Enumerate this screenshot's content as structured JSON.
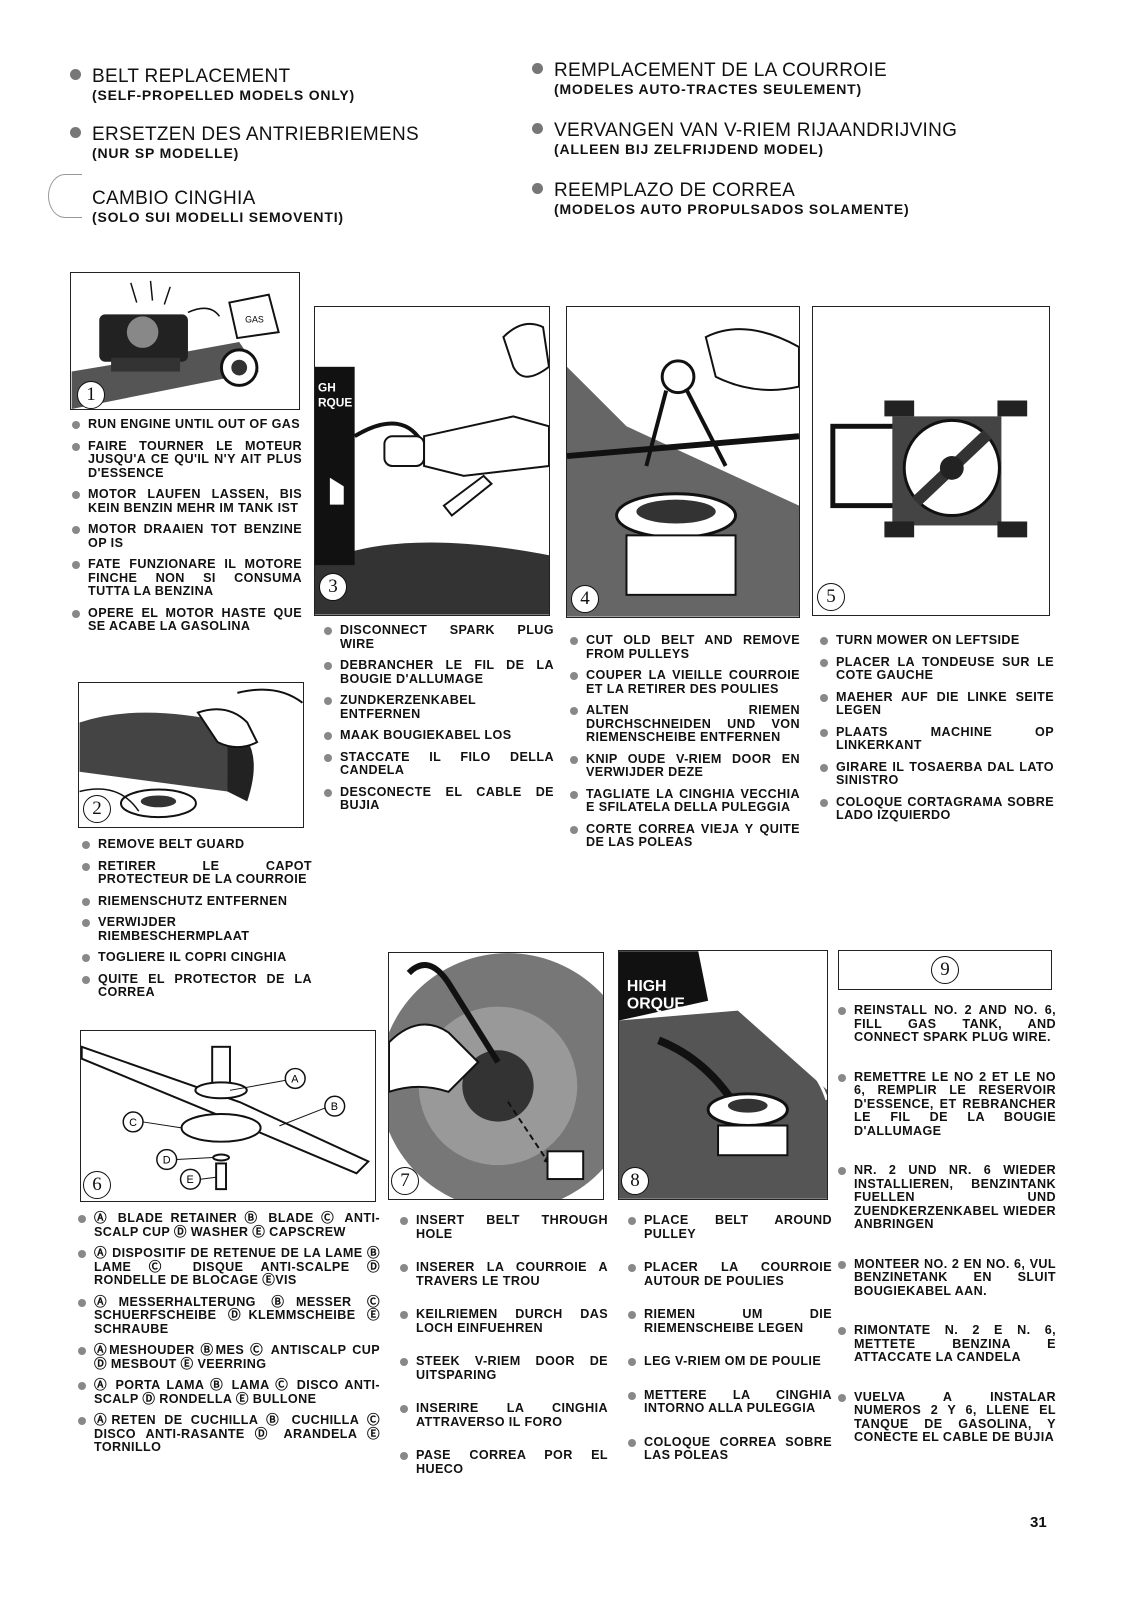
{
  "headers": [
    {
      "title": "BELT REPLACEMENT",
      "sub": "(SELF-PROPELLED MODELS ONLY)"
    },
    {
      "title": "ERSETZEN DES ANTRIEBRIEMENS",
      "sub": "(NUR SP MODELLE)"
    },
    {
      "title": "CAMBIO CINGHIA",
      "sub": "(SOLO SUI MODELLI SEMOVENTI)"
    },
    {
      "title": "REMPLACEMENT DE LA COURROIE",
      "sub": "(MODELES AUTO-TRACTES SEULEMENT)"
    },
    {
      "title": "VERVANGEN VAN V-RIEM RIJAANDRIJVING",
      "sub": "(ALLEEN BIJ ZELFRIJDEND MODEL)"
    },
    {
      "title": "REEMPLAZO DE CORREA",
      "sub": "(MODELOS AUTO PROPULSADOS SOLAMENTE)"
    }
  ],
  "figures": {
    "f1": "1",
    "f2": "2",
    "f3": "3",
    "f4": "4",
    "f5": "5",
    "f6": "6",
    "f7": "7",
    "f8": "8",
    "f9": "9",
    "gas_label": "GAS",
    "high_torque_1": "GH",
    "high_torque_2": "RQUE",
    "high_torque_3": "HIGH",
    "high_torque_4": "ORQUE",
    "callout_a": "A",
    "callout_b": "B",
    "callout_c": "C",
    "callout_d": "D",
    "callout_e": "E"
  },
  "steps": {
    "s1": [
      "RUN ENGINE UNTIL OUT OF GAS",
      "FAIRE TOURNER LE MOTEUR JUSQU'A CE QU'IL N'Y AIT PLUS D'ESSENCE",
      "MOTOR LAUFEN LASSEN, BIS KEIN BENZIN MEHR IM TANK IST",
      "MOTOR DRAAIEN TOT BENZINE OP IS",
      "FATE FUNZIONARE IL MOTORE FINCHE NON SI CONSUMA TUTTA LA BENZINA",
      "OPERE EL MOTOR HASTE QUE SE ACABE LA GASOLINA"
    ],
    "s2": [
      "REMOVE BELT GUARD",
      "RETIRER LE CAPOT PROTECTEUR DE LA COURROIE",
      "RIEMENSCHUTZ ENTFERNEN",
      "VERWIJDER RIEMBESCHERMPLAAT",
      "TOGLIERE IL COPRI CINGHIA",
      "QUITE EL PROTECTOR DE LA CORREA"
    ],
    "s3": [
      "DISCONNECT SPARK PLUG WIRE",
      "DEBRANCHER LE FIL DE LA BOUGIE D'ALLUMAGE",
      "ZUNDKERZENKABEL ENTFERNEN",
      "MAAK BOUGIEKABEL LOS",
      "STACCATE IL FILO DELLA CANDELA",
      "DESCONECTE EL CABLE DE BUJIA"
    ],
    "s4": [
      "CUT OLD BELT AND REMOVE FROM PULLEYS",
      "COUPER LA VIEILLE COURROIE ET LA RETIRER DES POULIES",
      "ALTEN RIEMEN DURCHSCHNEIDEN UND VON RIEMENSCHEIBE ENTFERNEN",
      "KNIP OUDE V-RIEM DOOR EN VERWIJDER DEZE",
      "TAGLIATE LA CINGHIA VECCHIA E SFILATELA DELLA PULEGGIA",
      "CORTE CORREA VIEJA Y QUITE DE LAS POLEAS"
    ],
    "s5": [
      "TURN MOWER ON LEFTSIDE",
      "PLACER LA TONDEUSE SUR LE COTE GAUCHE",
      "MAEHER AUF DIE LINKE SEITE LEGEN",
      "PLAATS MACHINE OP LINKERKANT",
      "GIRARE IL TOSAERBA DAL LATO SINISTRO",
      "COLOQUE CORTAGRAMA SOBRE LADO IZQUIERDO"
    ],
    "s6": [
      "Ⓐ BLADE RETAINER Ⓑ BLADE Ⓒ ANTI-SCALP CUP Ⓓ WASHER Ⓔ CAPSCREW",
      "Ⓐ DISPOSITIF DE RETENUE DE LA LAME Ⓑ LAME Ⓒ DISQUE ANTI-SCALPE Ⓓ RONDELLE DE BLOCAGE ⒺVIS",
      "ⒶMESSERHALTERUNG ⒷMESSER Ⓒ SCHUERFSCHEIBE ⒹKLEMMSCHEIBE Ⓔ SCHRAUBE",
      "ⒶMESHOUDER ⒷMES Ⓒ ANTISCALP CUP Ⓓ MESBOUT Ⓔ VEERRING",
      "Ⓐ PORTA LAMA Ⓑ LAMA Ⓒ DISCO ANTI-SCALP Ⓓ RONDELLA Ⓔ BULLONE",
      "ⒶRETEN DE CUCHILLA Ⓑ CUCHILLA Ⓒ DISCO ANTI-RASANTE Ⓓ ARANDELA Ⓔ TORNILLO"
    ],
    "s7": [
      "INSERT BELT THROUGH HOLE",
      "INSERER LA COURROIE A TRAVERS LE TROU",
      "KEILRIEMEN DURCH DAS LOCH EINFUEHREN",
      "STEEK V-RIEM DOOR DE UITSPARING",
      "INSERIRE LA CINGHIA ATTRAVERSO IL FORO",
      "PASE CORREA POR EL HUECO"
    ],
    "s8": [
      "PLACE BELT AROUND PULLEY",
      "PLACER LA COURROIE AUTOUR DE POULIES",
      "RIEMEN UM DIE RIEMENSCHEIBE LEGEN",
      "LEG V-RIEM OM DE POULIE",
      "METTERE LA CINGHIA INTORNO ALLA PULEGGIA",
      "COLOQUE CORREA SOBRE LAS POLEAS"
    ],
    "s9": [
      "REINSTALL NO. 2 AND NO. 6, FILL GAS TANK, AND CONNECT SPARK PLUG WIRE.",
      "REMETTRE LE NO 2 ET LE NO 6, REMPLIR LE RESERVOIR D'ESSENCE, ET REBRANCHER LE FIL DE LA BOUGIE D'ALLUMAGE",
      "NR. 2 UND NR. 6 WIEDER INSTALLIEREN, BENZINTANK FUELLEN UND ZUENDKERZENKABEL WIEDER ANBRINGEN",
      "MONTEER NO. 2 EN NO. 6, VUL BENZINETANK EN SLUIT BOUGIEKABEL AAN.",
      "RIMONTATE N. 2 E N. 6, METTETE BENZINA E ATTACCATE LA CANDELA",
      "VUELVA A INSTALAR NUMEROS 2 Y 6, LLENE EL TANQUE DE GASOLINA, Y CONECTE EL CABLE DE BUJIA"
    ]
  },
  "page_number": "31"
}
